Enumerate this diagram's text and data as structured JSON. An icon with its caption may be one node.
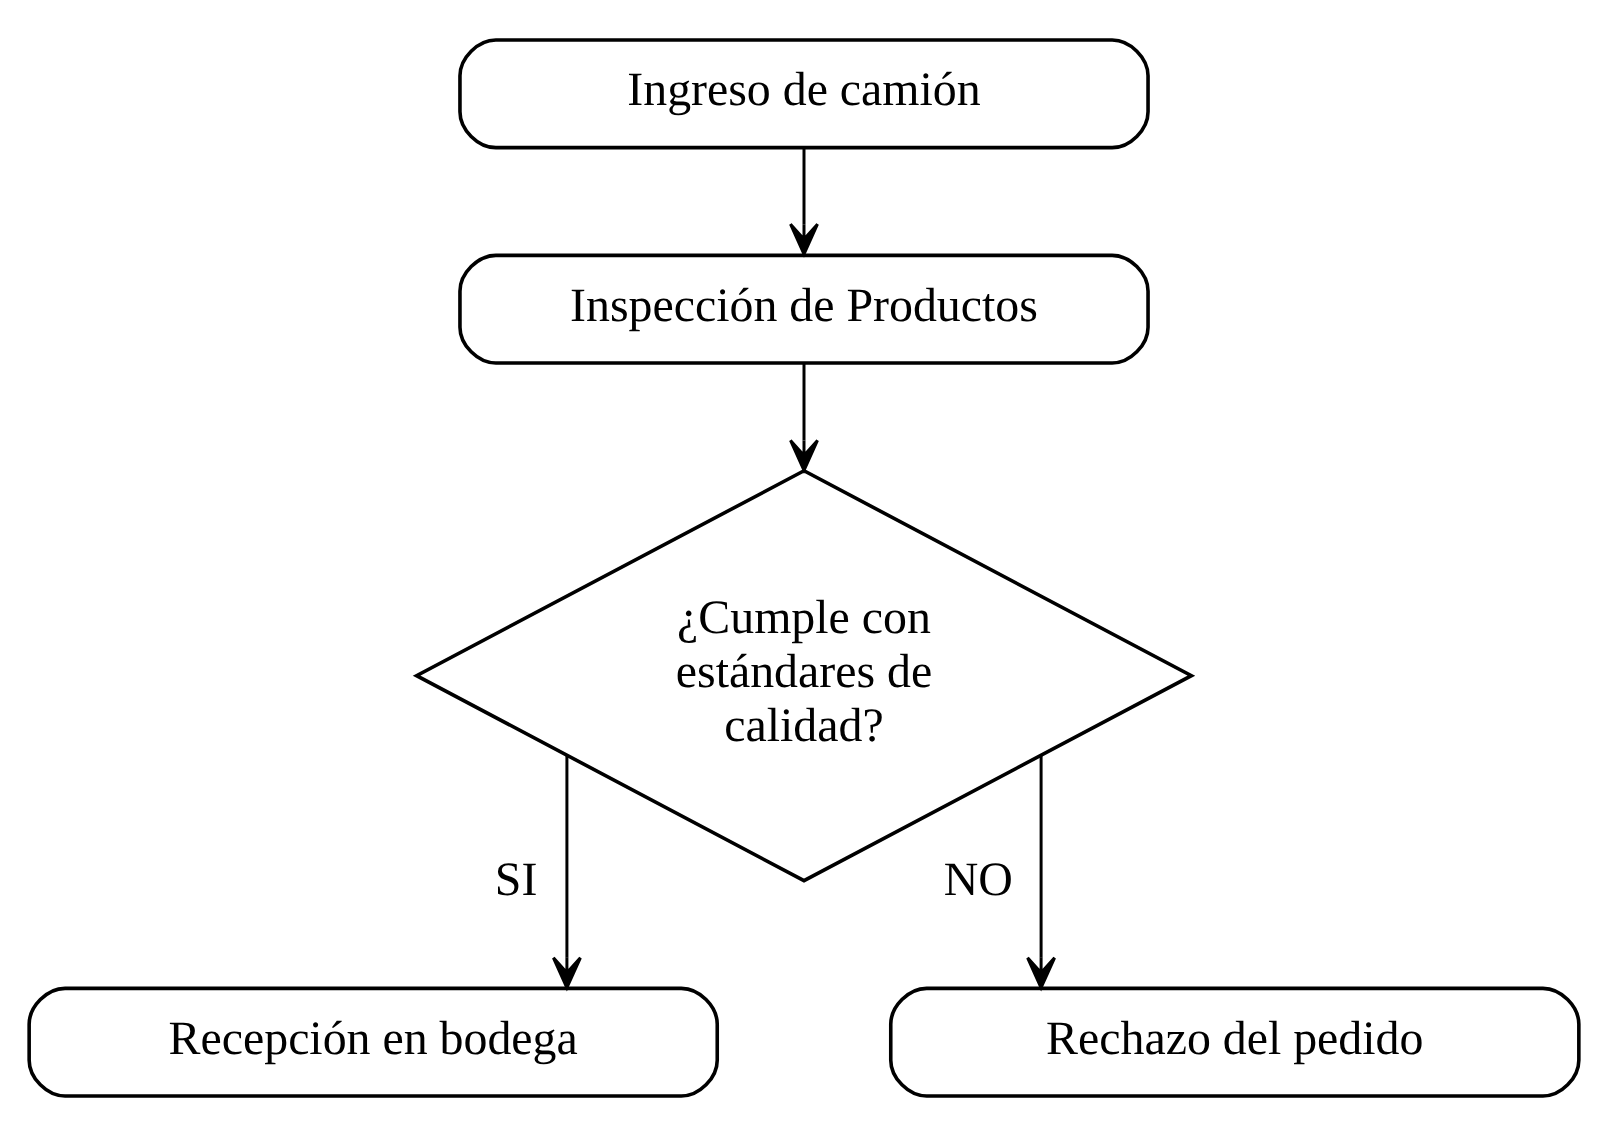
{
  "diagram": {
    "nodes": [
      {
        "text": [
          "Ingreso de camión"
        ]
      },
      {
        "text": [
          "Inspección de Productos"
        ]
      },
      {
        "text": [
          "¿Cumple con estándares de calidad?"
        ]
      },
      {
        "text": [
          "Recepción en bodega"
        ]
      },
      {
        "text": [
          "Rechazo del pedido"
        ]
      }
    ],
    "edges": [
      {
        "from": 0,
        "to": 1,
        "arrow": "to"
      },
      {
        "from": 1,
        "to": 2,
        "arrow": "to"
      },
      {
        "from": 2,
        "to": 3,
        "arrow": "to",
        "label": "SI"
      },
      {
        "from": 2,
        "to": 4,
        "arrow": "to",
        "label": "NO"
      }
    ]
  }
}
